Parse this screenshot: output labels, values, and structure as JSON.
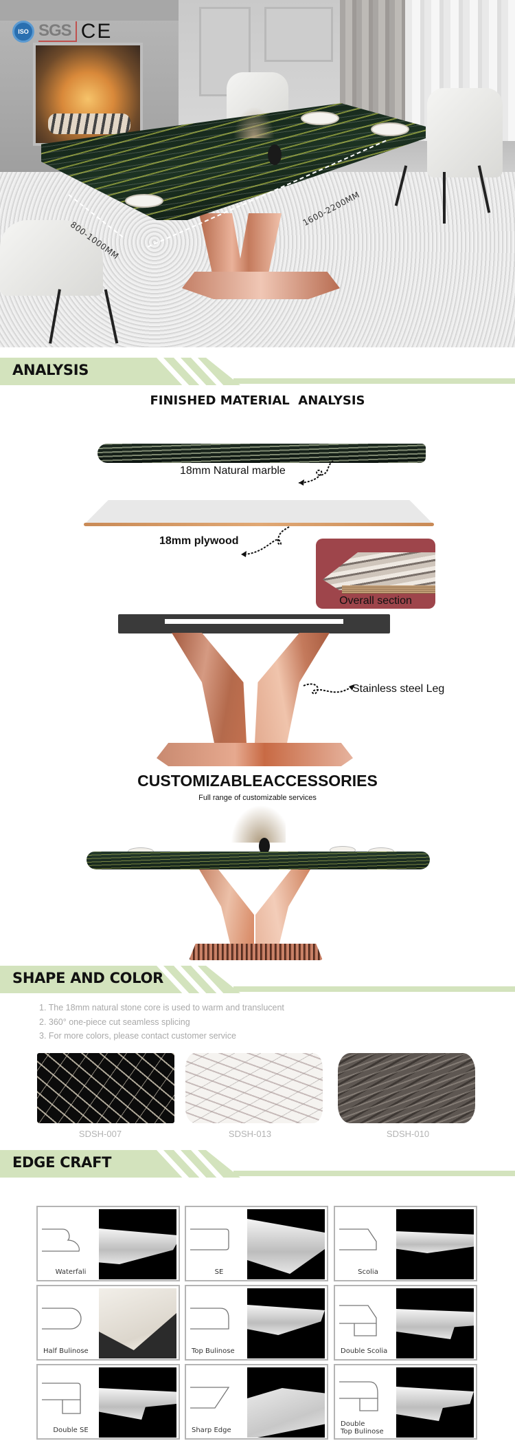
{
  "hero": {
    "certifications": {
      "iso": "ISO",
      "sgs": "SGS",
      "ce": "CE"
    },
    "dimension_width": "800-1000MM",
    "dimension_length": "1600-2200MM"
  },
  "sections": {
    "analysis": "ANALYSIS",
    "shape_color": "SHAPE AND COLOR",
    "edge_craft": "EDGE CRAFT"
  },
  "analysis": {
    "title": "FINISHED MATERIAL  ANALYSIS",
    "layers": {
      "marble": "18mm Natural marble",
      "plywood": "18mm plywood",
      "overall": "Overall section",
      "leg": "Stainless steel Leg"
    },
    "custom_title": "CUSTOMIZABLEACCESSORIES",
    "custom_subtitle": "Full range of customizable services"
  },
  "shape_color": {
    "features": [
      "1. The 18mm natural stone core is used to warm and translucent",
      "2. 360° one-piece cut seamless splicing",
      "3. For more colors, please contact customer service"
    ],
    "swatches": [
      {
        "code": "SDSH-007",
        "color": "#0b0b0b"
      },
      {
        "code": "SDSH-013",
        "color": "#f5f3f0"
      },
      {
        "code": "SDSH-010",
        "color": "#5e5752"
      }
    ]
  },
  "edge_craft": {
    "items": [
      {
        "name": "Waterfali",
        "icon": "waterfall-edge-profile-icon"
      },
      {
        "name": "SE",
        "icon": "se-edge-profile-icon"
      },
      {
        "name": "Scolia",
        "icon": "scolia-edge-profile-icon"
      },
      {
        "name": "Half Bulinose",
        "icon": "half-bullnose-edge-profile-icon"
      },
      {
        "name": "Top Bulinose",
        "icon": "top-bullnose-edge-profile-icon"
      },
      {
        "name": "Double Scolia",
        "icon": "double-scolia-edge-profile-icon"
      },
      {
        "name": "Double SE",
        "icon": "double-se-edge-profile-icon"
      },
      {
        "name": "Sharp Edge",
        "icon": "sharp-edge-profile-icon"
      },
      {
        "name": "Double\nTop Bulinose",
        "icon": "double-top-bullnose-edge-profile-icon"
      }
    ]
  },
  "colors": {
    "header_band": "#d3e3bd",
    "inset_bg": "#9e454b",
    "muted_text": "#a9a9a9"
  }
}
